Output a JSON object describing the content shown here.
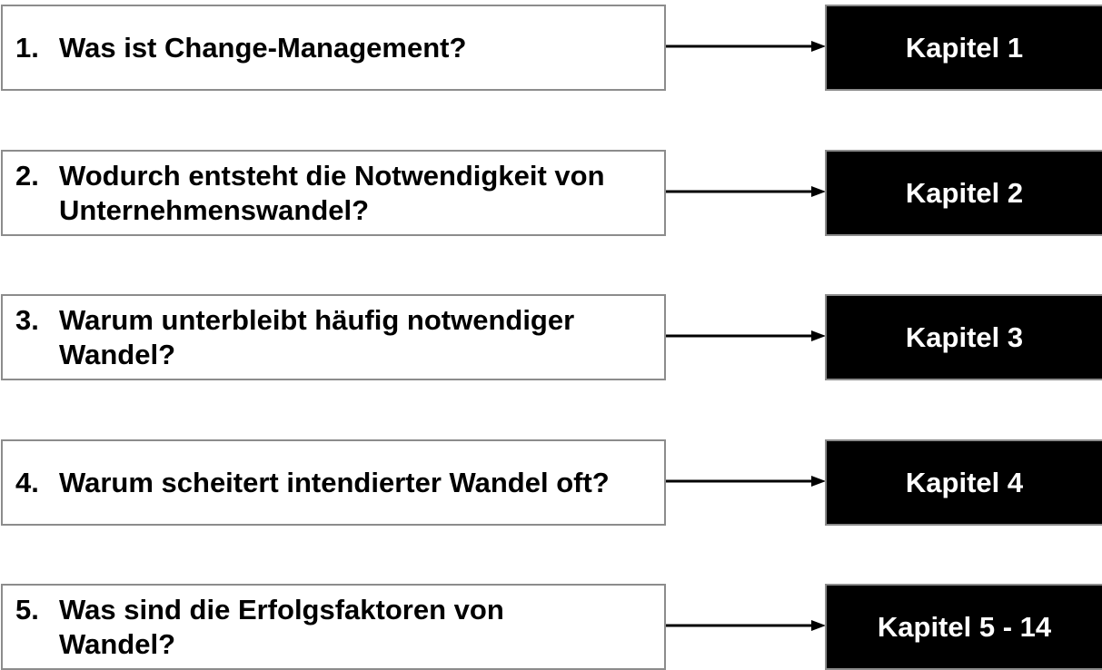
{
  "rows": [
    {
      "number": "1.",
      "question": "Was ist Change-Management?",
      "chapter": "Kapitel 1"
    },
    {
      "number": "2.",
      "question": "Wodurch entsteht die Notwendigkeit von\nUnternehmenswandel?",
      "chapter": "Kapitel 2"
    },
    {
      "number": "3.",
      "question": "Warum unterbleibt häufig notwendiger\nWandel?",
      "chapter": "Kapitel 3"
    },
    {
      "number": "4.",
      "question": "Warum scheitert intendierter Wandel oft?",
      "chapter": "Kapitel 4"
    },
    {
      "number": "5.",
      "question": "Was sind die Erfolgsfaktoren von\nWandel?",
      "chapter": "Kapitel 5 - 14"
    }
  ],
  "colors": {
    "question_border": "#8c8c8c",
    "chapter_background": "#000000",
    "chapter_text": "#ffffff",
    "arrow": "#000000"
  }
}
